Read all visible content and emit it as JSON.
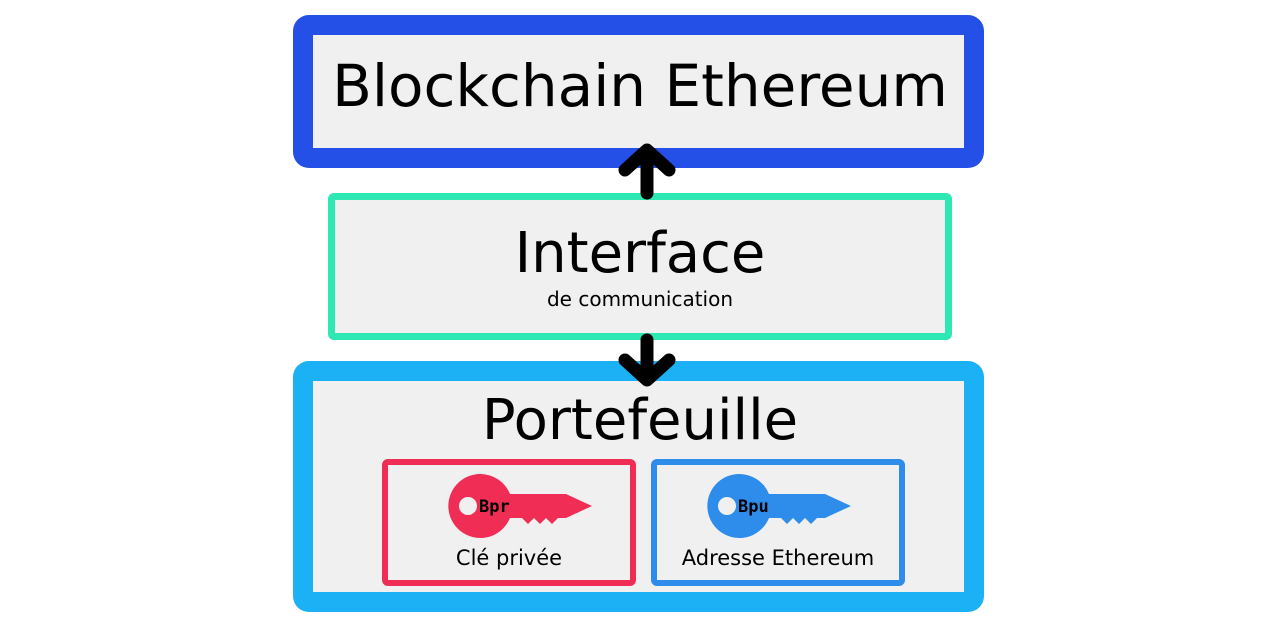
{
  "diagram": {
    "blockchain": {
      "label": "Blockchain Ethereum"
    },
    "interface": {
      "label": "Interface",
      "sublabel": "de communication"
    },
    "wallet": {
      "label": "Portefeuille",
      "private_key": {
        "key_tag": "Bpr",
        "label": "Clé privée",
        "color": "#f02e55"
      },
      "public_key": {
        "key_tag": "Bpu",
        "label": "Adresse Ethereum",
        "color": "#2e8ceb"
      }
    },
    "colors": {
      "blockchain_border": "#2450e8",
      "interface_border": "#2ee8b4",
      "wallet_border": "#1cb1f4",
      "box_fill": "#f0f0f0",
      "arrow": "#000000"
    }
  }
}
